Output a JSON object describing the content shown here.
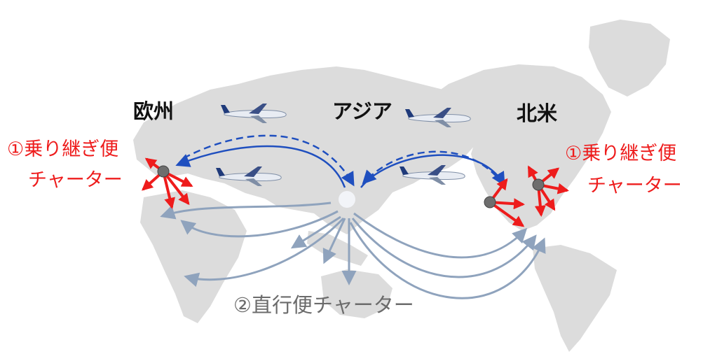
{
  "colors": {
    "land": "#dcdcdc",
    "blue": "#1f4fbf",
    "gray_arrow": "#8fa3bd",
    "red": "#ee1c1c",
    "hub": "#6e6e6e",
    "label_dark": "#111111",
    "label_gray": "#6b6b6b"
  },
  "labels": {
    "europe": "欧州",
    "asia": "アジア",
    "north_america": "北米",
    "left_transfer_line1": "①乗り継ぎ便",
    "left_transfer_line2": "チャーター",
    "right_transfer_line1": "①乗り継ぎ便",
    "right_transfer_line2": "チャーター",
    "direct_charter": "②直行便チャーター"
  },
  "icons": [
    "airplane-icon",
    "hub-dot-icon"
  ]
}
